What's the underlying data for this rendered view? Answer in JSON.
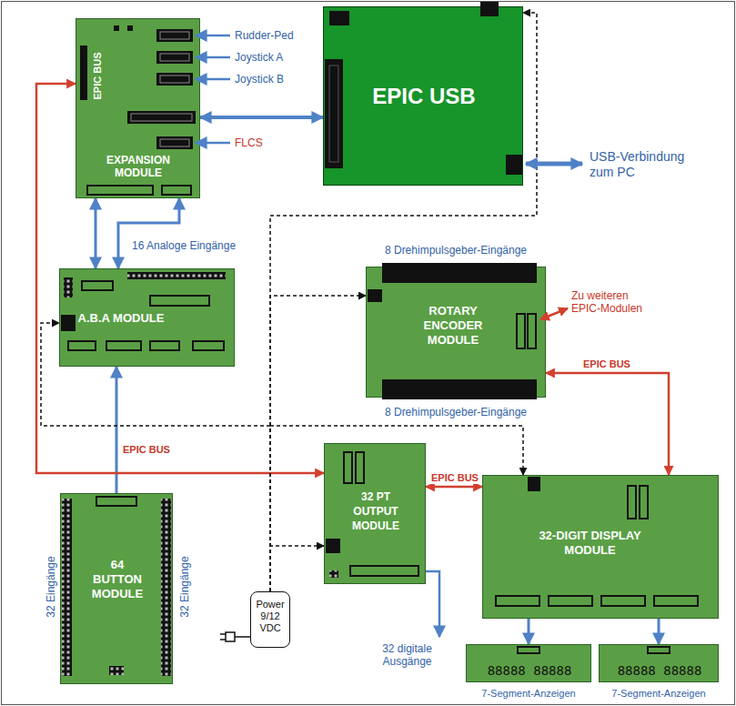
{
  "diagram": {
    "nodes": [
      {
        "text": [
          "EPIC BUS",
          "EXPANSION MODULE"
        ]
      },
      {
        "text": [
          "EPIC USB"
        ]
      },
      {
        "text": [
          "A.B.A MODULE"
        ]
      },
      {
        "text": [
          "ROTARY ENCODER MODULE"
        ]
      },
      {
        "text": [
          "64 BUTTON MODULE"
        ]
      },
      {
        "text": [
          "32 PT OUTPUT MODULE"
        ]
      },
      {
        "text": [
          "32-DIGIT DISPLAY MODULE"
        ]
      },
      {
        "text": [
          "88888 88888"
        ]
      },
      {
        "text": [
          "88888 88888"
        ]
      },
      {
        "text": [
          "Power 9/12 VDC"
        ]
      }
    ],
    "edges": [
      {
        "from": 0,
        "to": 1,
        "arrow": "both"
      },
      {
        "from": 0,
        "to": 2,
        "arrow": "both"
      },
      {
        "from": 0,
        "to": 2,
        "arrow": "both"
      },
      {
        "from": 4,
        "to": 2,
        "arrow": "to"
      },
      {
        "from": 0,
        "to": 5,
        "label": "EPIC BUS",
        "arrow": "both"
      },
      {
        "from": 5,
        "to": 6,
        "label": "EPIC BUS",
        "arrow": "both"
      },
      {
        "from": 3,
        "to": 6,
        "label": "EPIC BUS",
        "arrow": "both"
      },
      {
        "from": 6,
        "to": 7,
        "arrow": "to"
      },
      {
        "from": 6,
        "to": 8,
        "arrow": "to"
      },
      {
        "from": 9,
        "to": 1,
        "arrow": "to"
      },
      {
        "from": 9,
        "to": 3,
        "arrow": "to"
      },
      {
        "from": 9,
        "to": 2,
        "arrow": "to"
      },
      {
        "from": 9,
        "to": 6,
        "arrow": "to"
      },
      {
        "from": 9,
        "to": 5,
        "arrow": "to"
      }
    ],
    "labels": [
      "Rudder-Ped",
      "Joystick A",
      "Joystick B",
      "FLCS",
      "USB-Verbindung zum PC",
      "8 Drehimpulsgeber-Eingänge",
      "16 Analoge Eingänge",
      "Zu weiteren EPIC-Modulen",
      "8 Drehimpulsgeber-Eingänge",
      "32 Eingänge",
      "32 Eingänge",
      "32 digitale Ausgänge",
      "7-Segment-Anzeigen",
      "7-Segment-Anzeigen"
    ]
  }
}
